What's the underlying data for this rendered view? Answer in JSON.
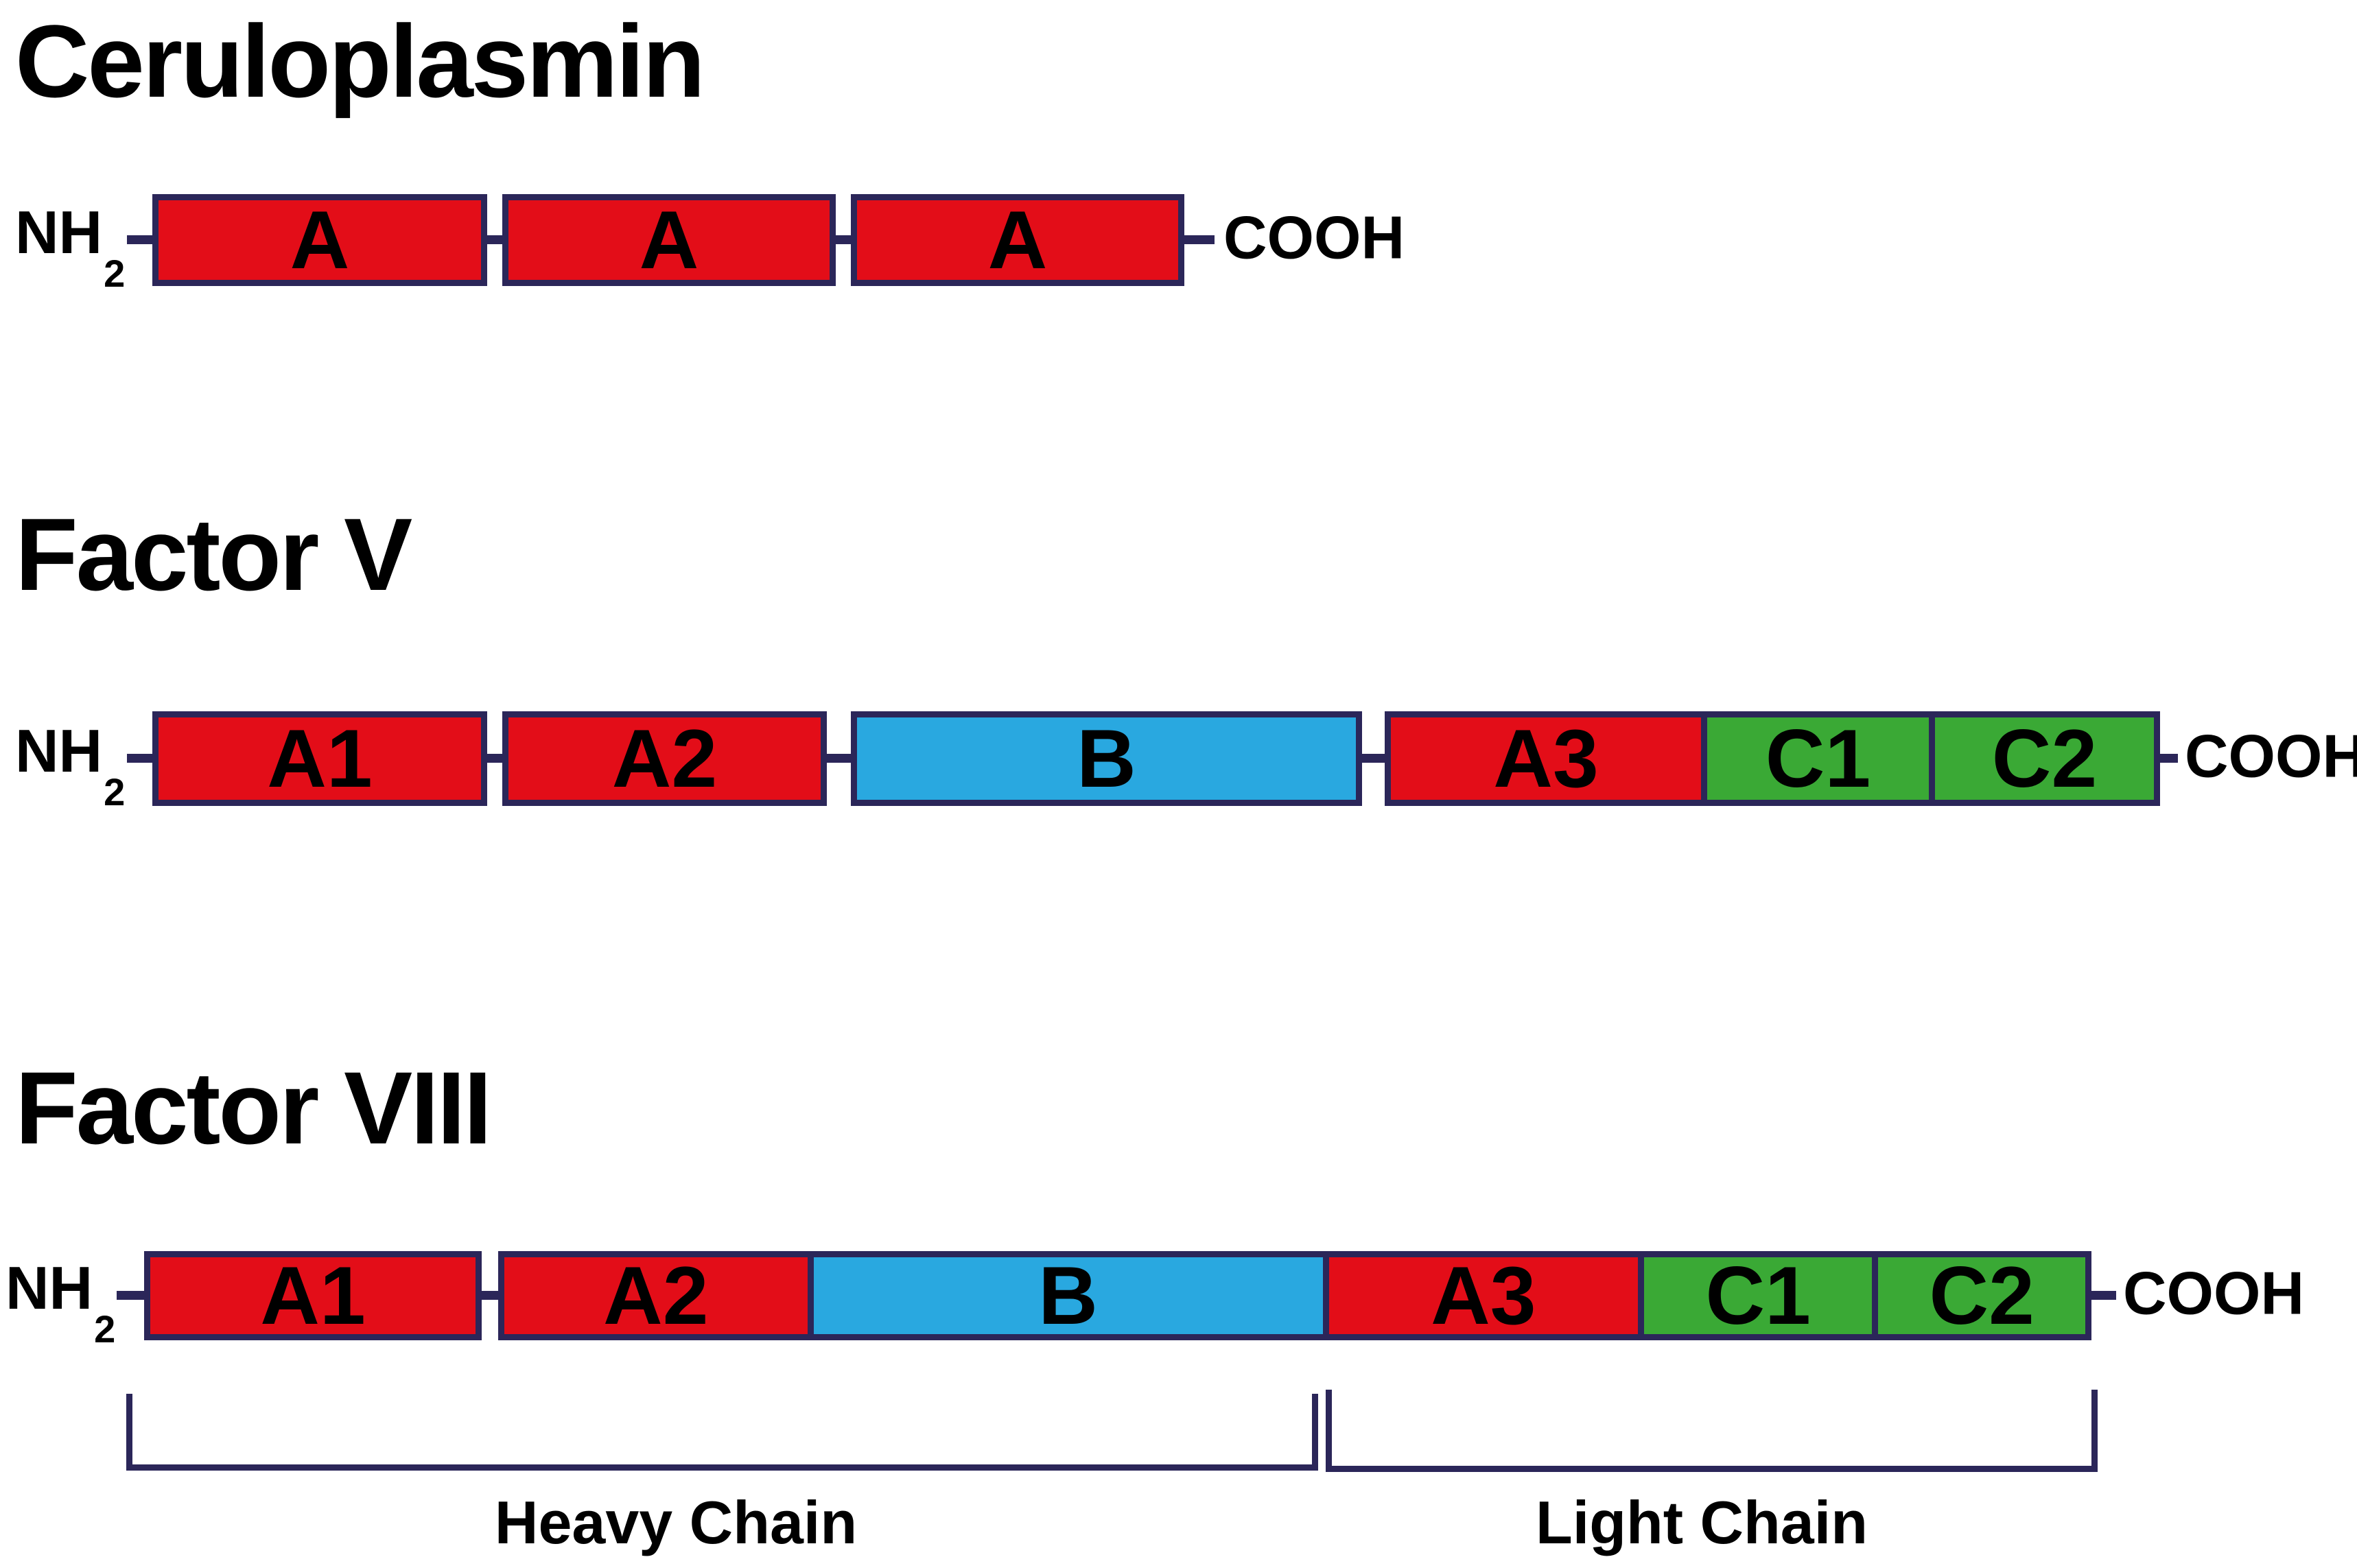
{
  "figure": {
    "background": "#FFFFFF",
    "type": "protein-domain-structure-diagram"
  },
  "colors": {
    "domain-red": "#E30D18",
    "domain-blue": "#29A8E0",
    "domain-green": "#3AA935",
    "outline-navy": "#2B2659",
    "text-black": "#000000"
  },
  "domain_color_legend": {
    "A_domains": "red",
    "B_domain": "blue",
    "C_domains": "green"
  },
  "proteins": [
    {
      "name": "Ceruloplasmin",
      "n_terminus": "NH",
      "n_terminus_subscript": "2",
      "c_terminus": "COOH",
      "domains": [
        "A",
        "A",
        "A"
      ]
    },
    {
      "name": "Factor V",
      "n_terminus": "NH",
      "n_terminus_subscript": "2",
      "c_terminus": "COOH",
      "domains": [
        "A1",
        "A2",
        "B",
        "A3",
        "C1",
        "C2"
      ]
    },
    {
      "name": "Factor VIII",
      "n_terminus": "NH",
      "n_terminus_subscript": "2",
      "c_terminus": "COOH",
      "domains": [
        "A1",
        "A2",
        "B",
        "A3",
        "C1",
        "C2"
      ],
      "chains": {
        "heavy": "Heavy Chain",
        "light": "Light Chain"
      }
    }
  ]
}
